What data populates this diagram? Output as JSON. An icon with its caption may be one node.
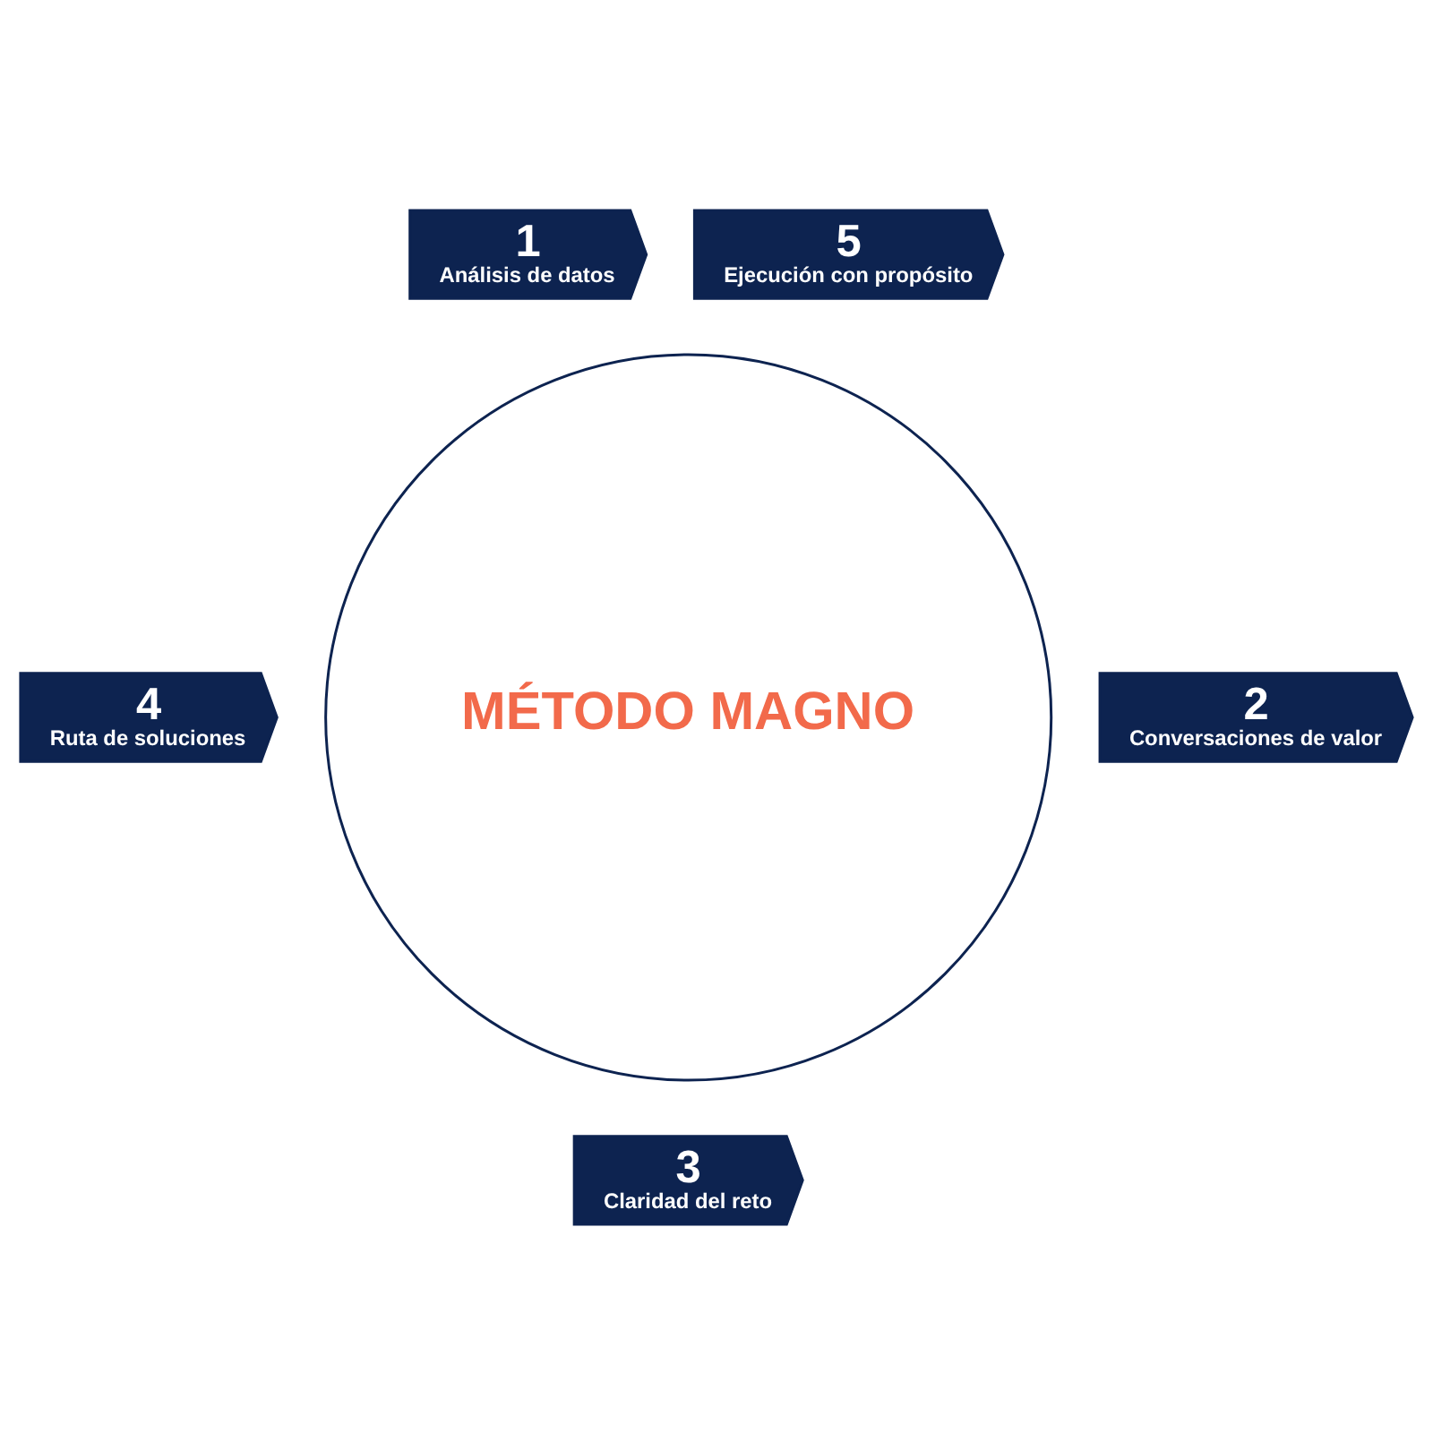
{
  "diagram": {
    "nodes": [
      {
        "text": [
          "MÉTODO MAGNO"
        ]
      },
      {
        "text": [
          "1",
          "Análisis de datos"
        ]
      },
      {
        "text": [
          "2",
          "Conversaciones de valor"
        ]
      },
      {
        "text": [
          "3",
          "Claridad del reto"
        ]
      },
      {
        "text": [
          "4",
          "Ruta de soluciones"
        ]
      },
      {
        "text": [
          "5",
          "Ejecución con propósito"
        ]
      }
    ],
    "edges": []
  }
}
